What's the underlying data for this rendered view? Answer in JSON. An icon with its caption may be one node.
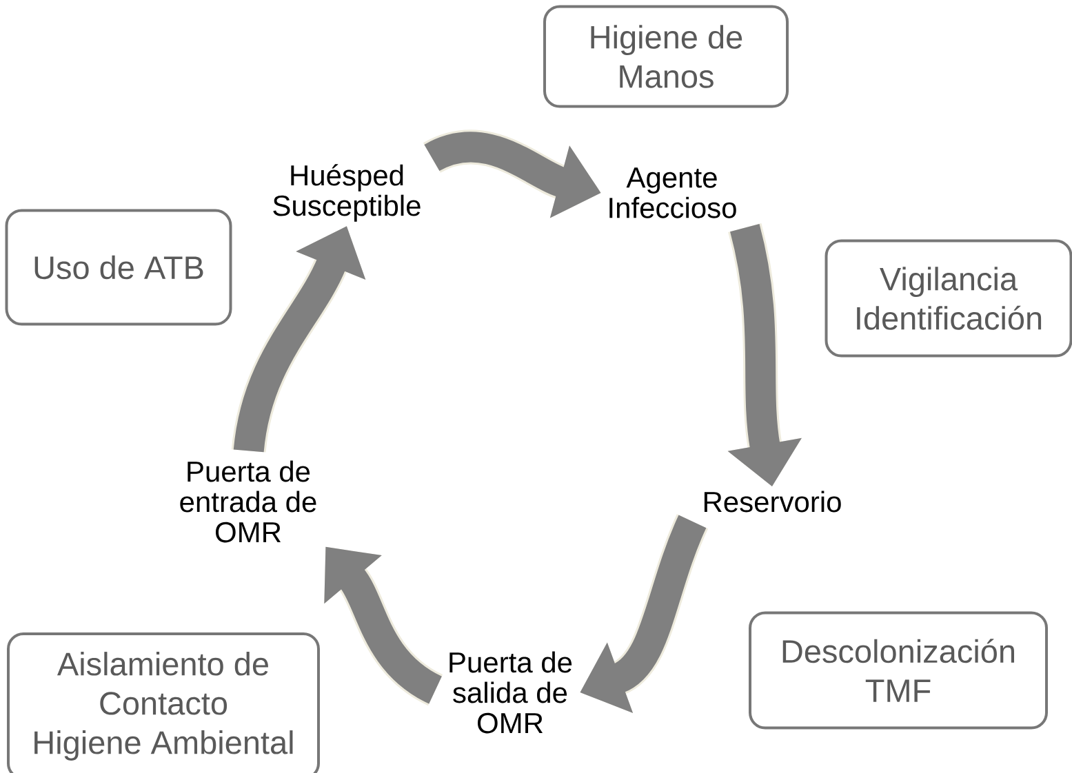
{
  "diagram": {
    "nodes": [
      {
        "text": [
          "Higiene de Manos"
        ]
      },
      {
        "text": [
          "Huésped Susceptible"
        ]
      },
      {
        "text": [
          "Agente Infeccioso"
        ]
      },
      {
        "text": [
          "Uso de ATB"
        ]
      },
      {
        "text": [
          "Vigilancia",
          "Identificación"
        ]
      },
      {
        "text": [
          "Reservorio"
        ]
      },
      {
        "text": [
          "Puerta de entrada de OMR"
        ]
      },
      {
        "text": [
          "Descolonización",
          "TMF"
        ]
      },
      {
        "text": [
          "Aislamiento de Contacto",
          "Higiene Ambiental"
        ]
      },
      {
        "text": [
          "Puerta de salida de OMR"
        ]
      }
    ],
    "edges": [
      {
        "from": 1,
        "to": 2,
        "arrow": "to"
      },
      {
        "from": 2,
        "to": 5,
        "arrow": "to"
      },
      {
        "from": 5,
        "to": 9,
        "arrow": "to"
      },
      {
        "from": 9,
        "to": 6,
        "arrow": "to"
      },
      {
        "from": 6,
        "to": 1,
        "arrow": "to"
      }
    ]
  }
}
